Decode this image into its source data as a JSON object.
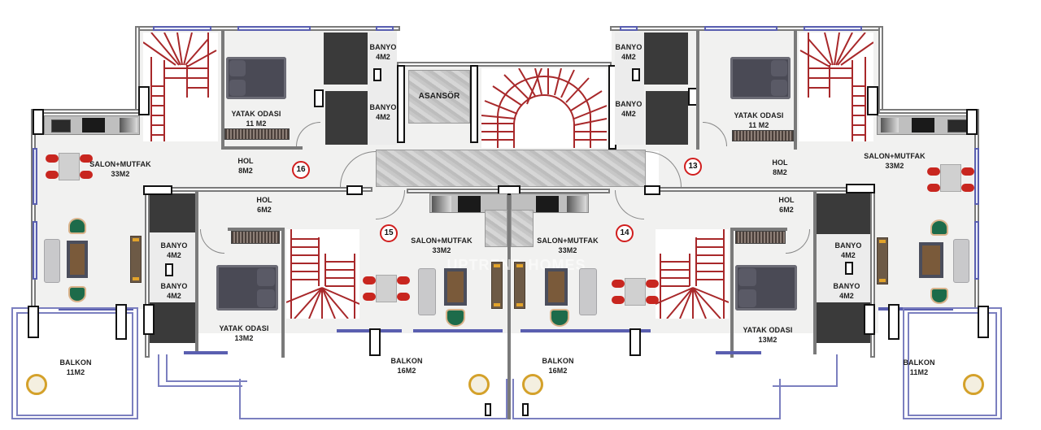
{
  "plan": {
    "title": "Floor plan - 4 units",
    "watermark": "UPTREND HOMES",
    "colors": {
      "unit_badge_ring": "#d11e1e",
      "stair_red": "#a8282a",
      "window_blue": "#5a5fb0",
      "balcony_rail": "#7b7fbf",
      "bathroom_dark": "#3a3a3a",
      "armchair_green": "#1d6b4a"
    }
  },
  "core": {
    "elevator": "ASANSÖR"
  },
  "units": [
    {
      "number": "16",
      "rooms": {
        "bedroom": [
          "YATAK ODASI",
          "11 M2"
        ],
        "bath1": [
          "BANYO",
          "4M2"
        ],
        "bath2": [
          "BANYO",
          "4M2"
        ],
        "hall": [
          "HOL",
          "8M2"
        ],
        "living": [
          "SALON+MUTFAK",
          "33M2"
        ],
        "balcony": [
          "BALKON",
          "11M2"
        ]
      }
    },
    {
      "number": "13",
      "rooms": {
        "bedroom": [
          "YATAK ODASI",
          "11 M2"
        ],
        "bath1": [
          "BANYO",
          "4M2"
        ],
        "bath2": [
          "BANYO",
          "4M2"
        ],
        "hall": [
          "HOL",
          "8M2"
        ],
        "living": [
          "SALON+MUTFAK",
          "33M2"
        ],
        "balcony": [
          "BALKON",
          "11M2"
        ]
      }
    },
    {
      "number": "15",
      "rooms": {
        "hall": [
          "HOL",
          "6M2"
        ],
        "bath1": [
          "BANYO",
          "4M2"
        ],
        "bath2": [
          "BANYO",
          "4M2"
        ],
        "bedroom": [
          "YATAK ODASI",
          "13M2"
        ],
        "living": [
          "SALON+MUTFAK",
          "33M2"
        ],
        "balcony": [
          "BALKON",
          "16M2"
        ]
      }
    },
    {
      "number": "14",
      "rooms": {
        "hall": [
          "HOL",
          "6M2"
        ],
        "bath1": [
          "BANYO",
          "4M2"
        ],
        "bath2": [
          "BANYO",
          "4M2"
        ],
        "bedroom": [
          "YATAK ODASI",
          "13M2"
        ],
        "living": [
          "SALON+MUTFAK",
          "33M2"
        ],
        "balcony": [
          "BALKON",
          "16M2"
        ]
      }
    }
  ]
}
